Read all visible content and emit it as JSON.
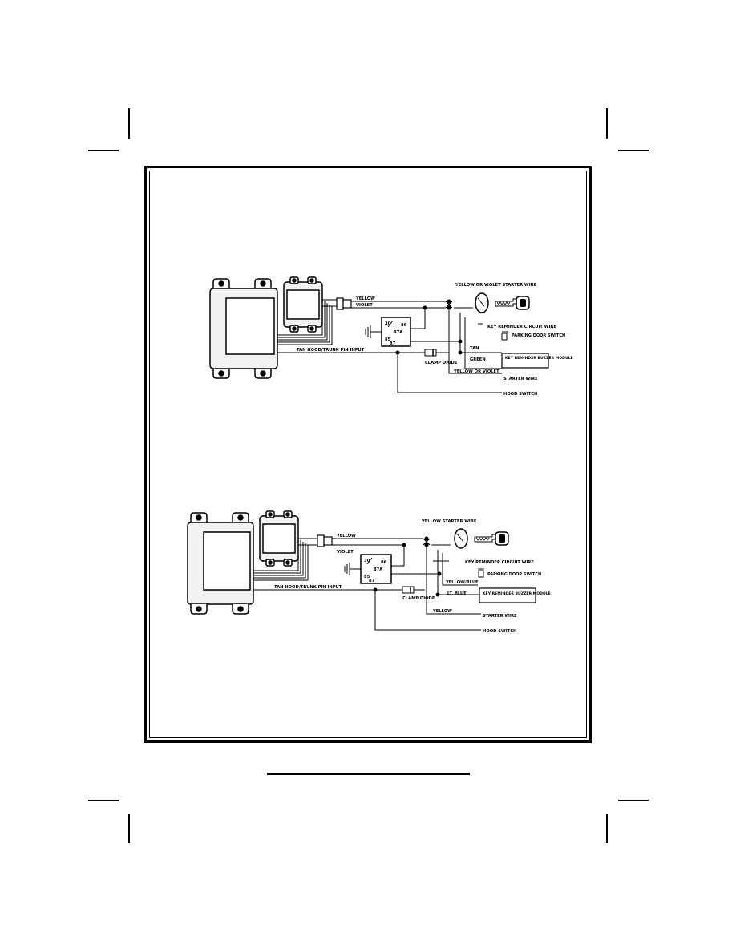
{
  "diagram_top": {
    "wires": {
      "yellow": "YELLOW",
      "violet": "VIOLET",
      "tan": "TAN",
      "green": "GREEN",
      "yellow_violet": "YELLOW OR VIOLET",
      "tan_input": "TAN HOOD/TRUNK PIN INPUT"
    },
    "labels": {
      "starter_wire_top": "YELLOW OR VIOLET STARTER WIRE",
      "key_circuit": "KEY REMINDER CIRCUIT WIRE",
      "parking_door_switch": "PARKING DOOR SWITCH",
      "key_buzzer": "KEY REMINDER BUZZER MODULE",
      "clamp_diode": "CLAMP DIODE",
      "starter_wire": "STARTER WIRE",
      "hood_switch": "HOOD SWITCH"
    },
    "relay_pins": [
      "30",
      "86",
      "87A",
      "85",
      "87"
    ]
  },
  "diagram_bottom": {
    "wires": {
      "yellow": "YELLOW",
      "violet": "VIOLET",
      "yellow_black": "YELLOW/BLUE",
      "lt_blue": "LT. BLUE",
      "yellow2": "YELLOW",
      "tan_input": "TAN HOOD/TRUNK PIN INPUT"
    },
    "labels": {
      "starter_wire_top": "YELLOW STARTER WIRE",
      "key_circuit": "KEY REMINDER CIRCUIT WIRE",
      "parking_door_switch": "PARKING DOOR SWITCH",
      "key_buzzer": "KEY REMINDER BUZZER MODULE",
      "clamp_diode": "CLAMP DIODE",
      "starter_wire": "STARTER WIRE",
      "hood_switch": "HOOD SWITCH"
    },
    "relay_pins": [
      "30",
      "86",
      "87A",
      "85",
      "87"
    ]
  }
}
